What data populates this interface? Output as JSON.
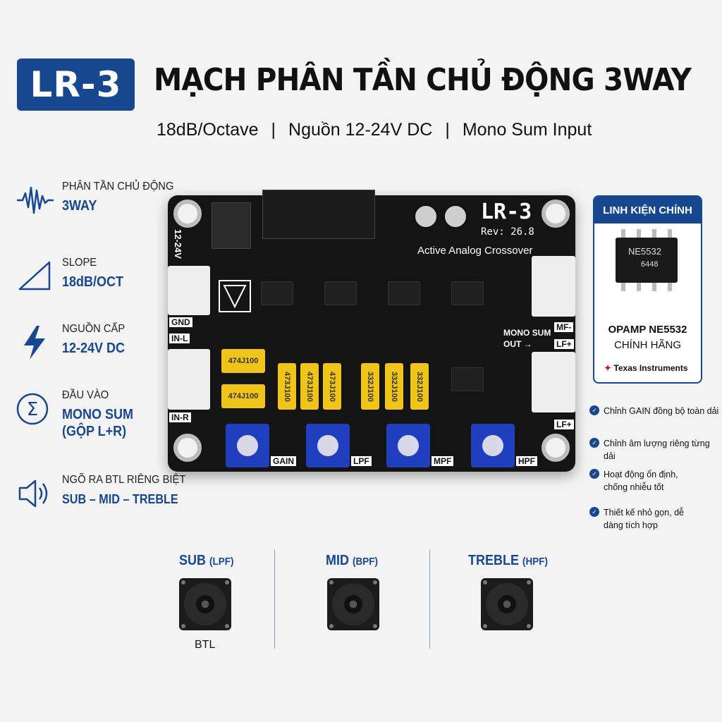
{
  "header": {
    "badge": "LR-3",
    "title": "MẠCH PHÂN TẦN CHỦ ĐỘNG 3WAY",
    "specs": [
      "18dB/Octave",
      "Nguồn 12-24V DC",
      "Mono Sum Input"
    ],
    "separator": "|"
  },
  "features": [
    {
      "icon": "waveform-icon",
      "label": "PHÂN TẦN CHỦ ĐỘNG",
      "value": "3WAY"
    },
    {
      "icon": "slope-triangle-icon",
      "label": "SLOPE",
      "value": "18dB/OCT"
    },
    {
      "icon": "lightning-icon",
      "label": "NGUỒN CẤP",
      "value": "12-24V DC"
    },
    {
      "icon": "sigma-icon",
      "label": "ĐẦU VÀO",
      "value": "MONO SUM",
      "value2": "(GỘP L+R)"
    },
    {
      "icon": "speaker-sound-icon",
      "label": "NGÕ RA BTL RIÊNG BIỆT",
      "value": "SUB – MID – TREBLE"
    }
  ],
  "board": {
    "model": "LR-3",
    "rev": "Rev: 26.8",
    "subtitle": "Active Analog Crossover",
    "power_label": "12-24V",
    "gnd": "GND",
    "in_l": "IN-L",
    "in_r": "IN-R",
    "mono_sum_out": "MONO SUM",
    "mono_sum_out2": "OUT →",
    "mf": "MF-",
    "lf_plus1": "LF+",
    "lf_plus2": "LF+",
    "caps_left": [
      "474J100",
      "474J100"
    ],
    "caps_mid": [
      "473J100",
      "473J100",
      "473J100"
    ],
    "caps_right": [
      "332J100",
      "332J100",
      "332J100"
    ],
    "pots": [
      "GAIN",
      "LPF",
      "MPF",
      "HPF"
    ]
  },
  "panel": {
    "heading": "LINH KIỆN CHÍNH",
    "chip_line1": "NE5532",
    "chip_line2": "6448",
    "name": "OPAMP NE5532",
    "sub": "CHÍNH HÃNG",
    "brand_prefix": "✦",
    "brand": "Texas Instruments"
  },
  "bullets": [
    "Chỉnh GAIN đồng bộ toàn dải",
    "Chỉnh âm lượng riêng từng dải",
    "Hoạt động ổn định, chống nhiễu tốt",
    "Thiết kế nhỏ gọn, dễ dàng tích hợp"
  ],
  "speakers": [
    {
      "name": "SUB",
      "type": "(LPF)",
      "note": "BTL"
    },
    {
      "name": "MID",
      "type": "(BPF)",
      "note": ""
    },
    {
      "name": "TREBLE",
      "type": "(HPF)",
      "note": ""
    }
  ],
  "colors": {
    "brand_blue": "#17478f",
    "board": "#141414",
    "cap_yellow": "#f0c419",
    "pot_blue": "#1f3fbf"
  }
}
